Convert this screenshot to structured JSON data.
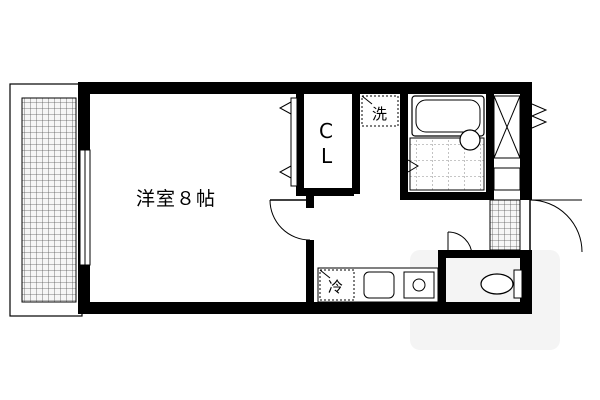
{
  "floorplan": {
    "rooms": {
      "western_room": "洋室８帖",
      "closet_c": "C",
      "closet_l": "L"
    },
    "fixtures": {
      "washer": "洗",
      "fridge": "冷"
    },
    "colors": {
      "wall": "#000000",
      "floor": "#ffffff",
      "tile_fill": "#f2f2f2",
      "tile_line": "#555555",
      "watermark": "#e6e6e6"
    }
  }
}
